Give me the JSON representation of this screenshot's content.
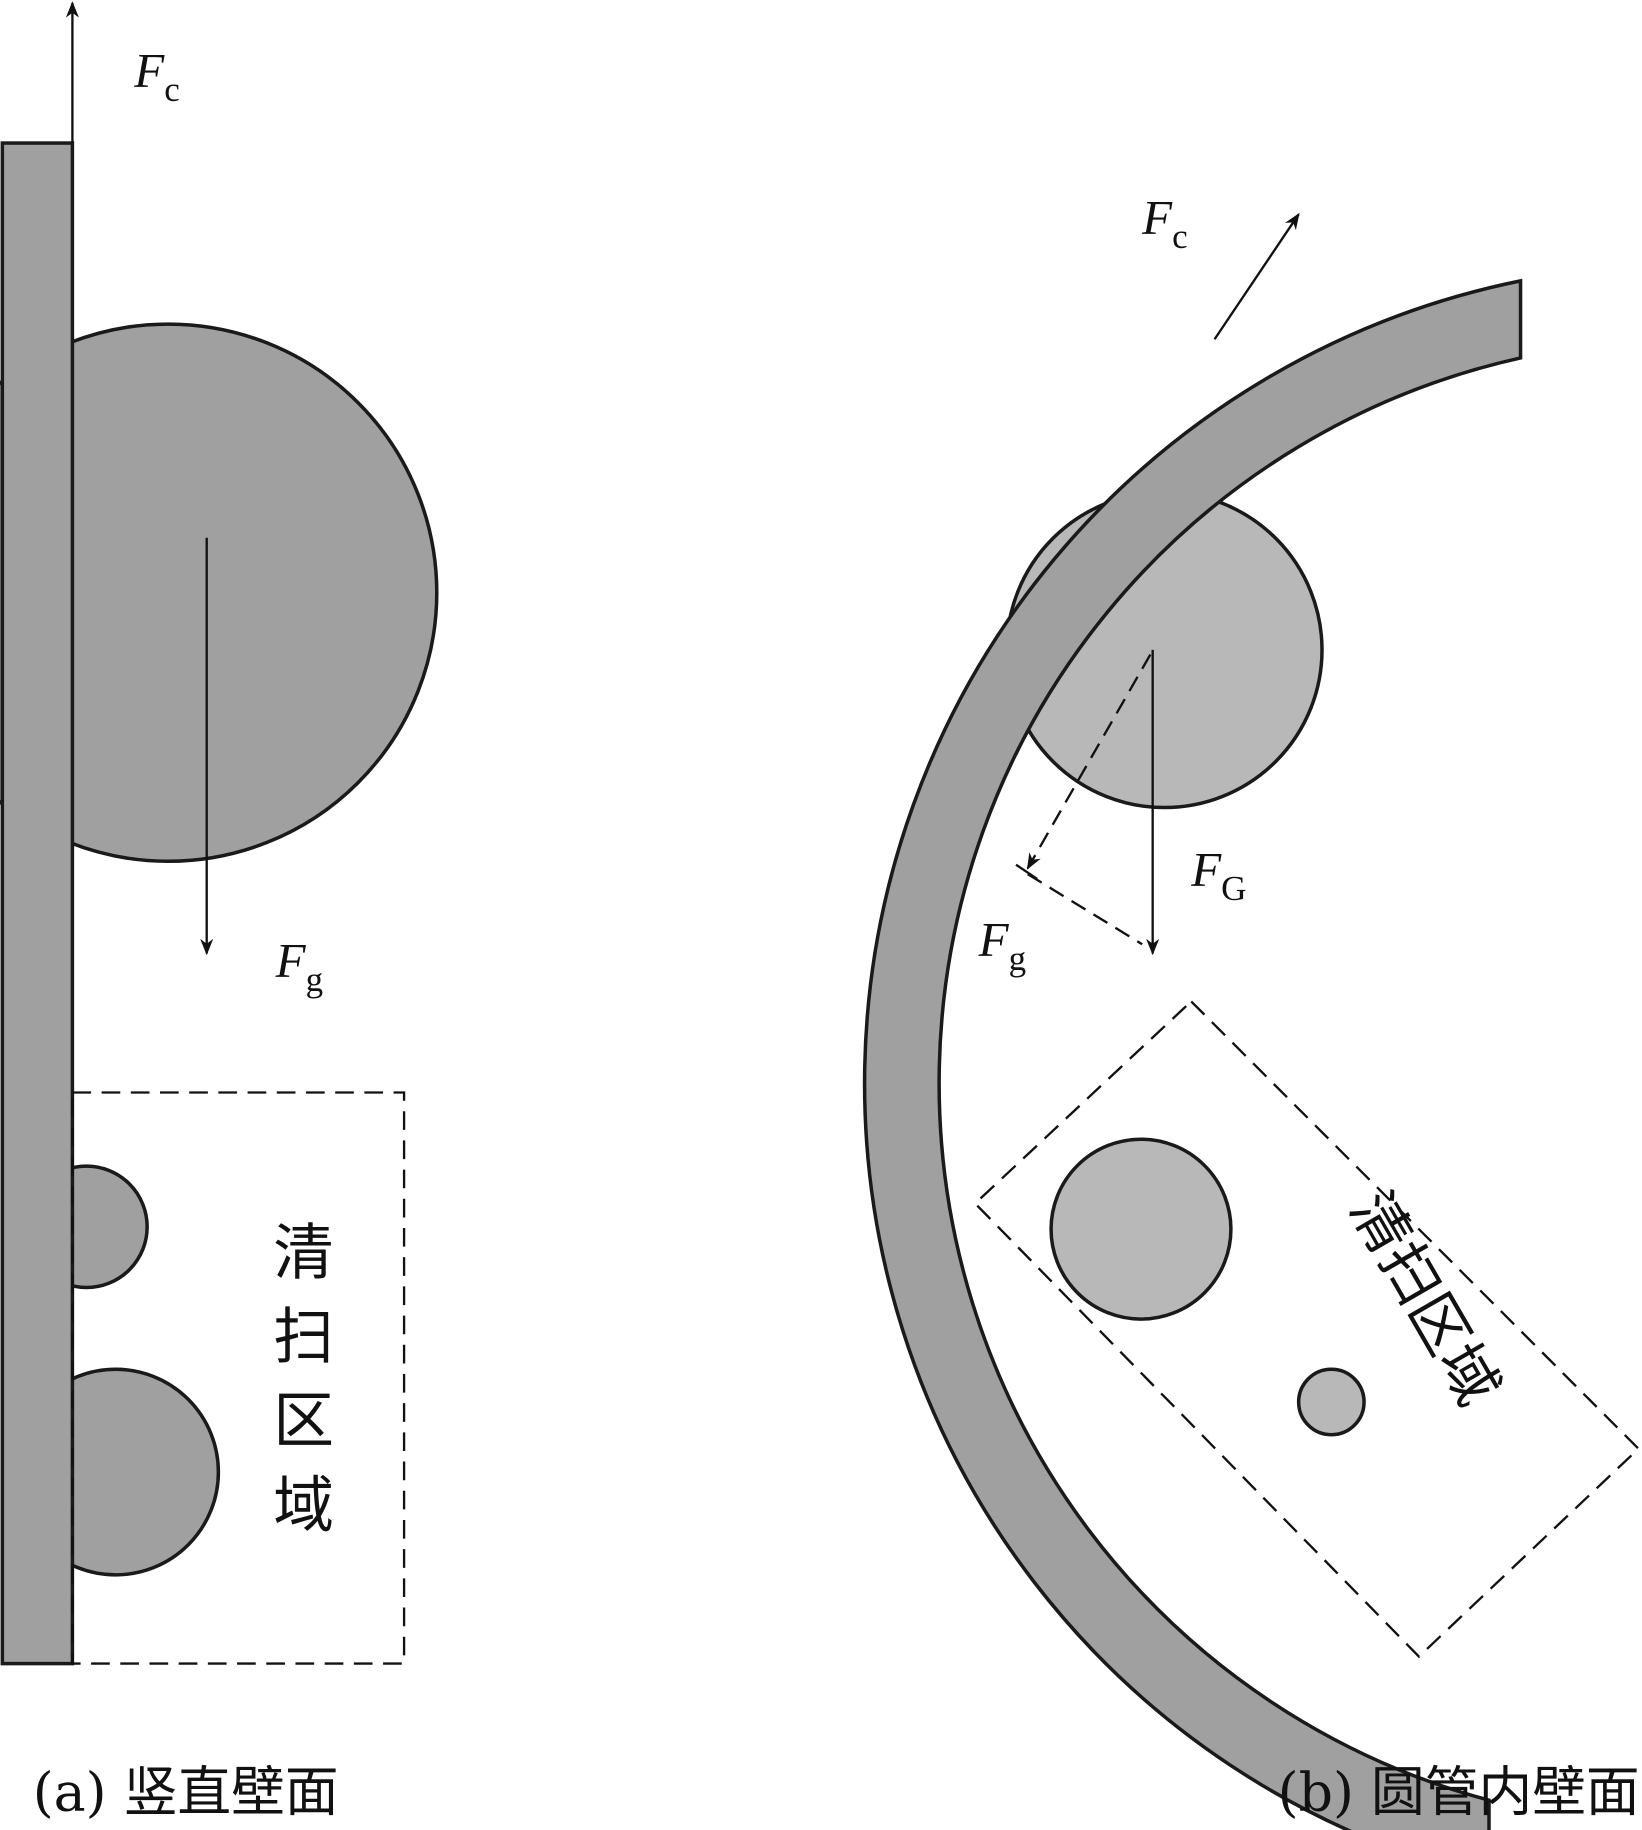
{
  "colors": {
    "wall": "#a0a0a0",
    "particle_dark": "#a0a0a0",
    "particle_light": "#b8b8b8",
    "stroke": "#1a1a1a"
  },
  "panel_a": {
    "caption": "(a) 竖直壁面",
    "force_up": {
      "symbol": "F",
      "subscript": "c"
    },
    "force_down": {
      "symbol": "F",
      "subscript": "g"
    },
    "region_label": [
      "清",
      "扫",
      "区",
      "域"
    ]
  },
  "panel_b": {
    "caption": "(b) 圆管内壁面",
    "force_out": {
      "symbol": "F",
      "subscript": "c"
    },
    "force_gravity": {
      "symbol": "F",
      "subscript": "G"
    },
    "force_component": {
      "symbol": "F",
      "subscript": "g"
    },
    "region_label": "清扫区域"
  }
}
